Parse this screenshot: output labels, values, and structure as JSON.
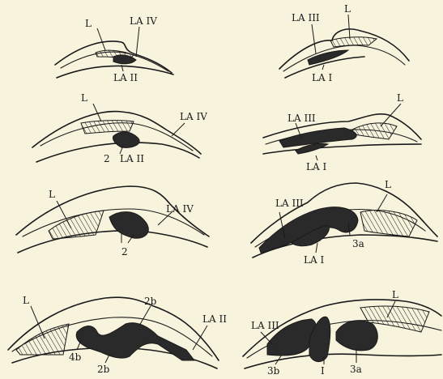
{
  "panels": [
    {
      "labels": [
        "L",
        "LA IV",
        "LA II"
      ]
    },
    {
      "labels": [
        "LA III",
        "L",
        "LA I"
      ]
    },
    {
      "labels": [
        "L",
        "LA IV",
        "2",
        "LA II"
      ]
    },
    {
      "labels": [
        "LA III",
        "L",
        "LA I"
      ]
    },
    {
      "labels": [
        "L",
        "LA IV",
        "2"
      ]
    },
    {
      "labels": [
        "LA III",
        "L",
        "3a",
        "LA I"
      ]
    },
    {
      "labels": [
        "L",
        "2b",
        "LA II",
        "4b",
        "2b"
      ]
    },
    {
      "labels": [
        "LA III",
        "L",
        "3b",
        "I",
        "3a"
      ]
    }
  ]
}
